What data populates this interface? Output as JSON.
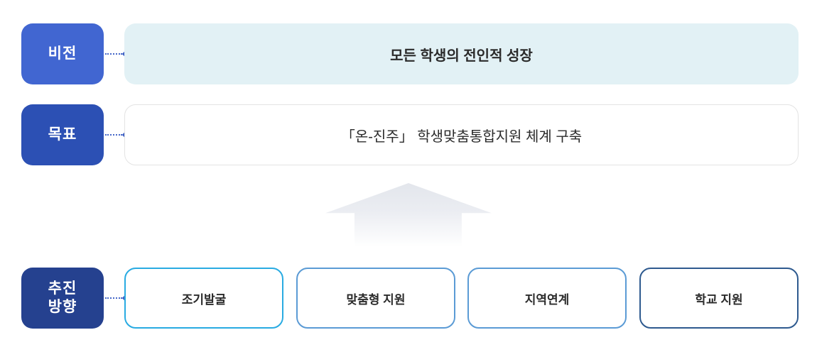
{
  "vision": {
    "label": "비전",
    "content": "모든 학생의 전인적 성장"
  },
  "goal": {
    "label": "목표",
    "content": "「온-진주」 학생맞춤통합지원 체계 구축"
  },
  "direction": {
    "label_line1": "추진",
    "label_line2": "방향",
    "items": [
      {
        "label": "조기발굴",
        "border": "#29abe2"
      },
      {
        "label": "맞춤형 지원",
        "border": "#5b9bd5"
      },
      {
        "label": "지역연계",
        "border": "#5b9bd5"
      },
      {
        "label": "학교 지원",
        "border": "#2e5a8f"
      }
    ]
  },
  "colors": {
    "vision_badge": "#4166d1",
    "goal_badge": "#2c50b4",
    "direction_badge": "#25418f",
    "vision_box_bg": "#e2f1f5",
    "connector": "#4668c9",
    "text": "#2b2b2b"
  }
}
